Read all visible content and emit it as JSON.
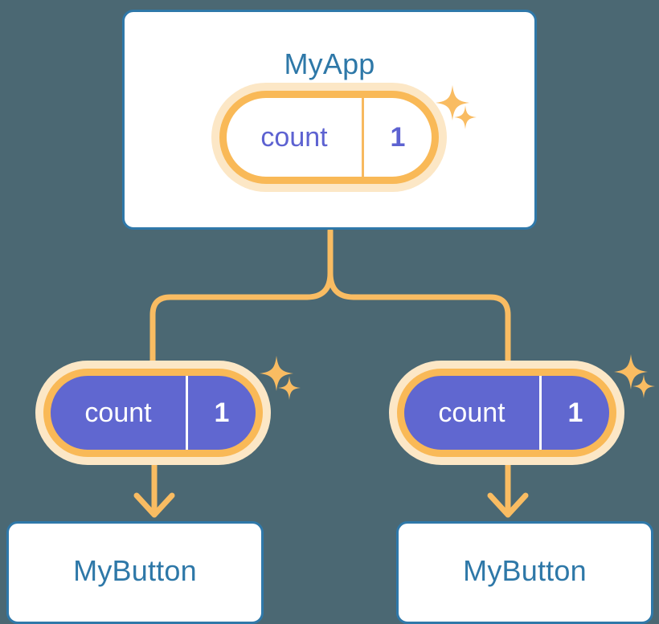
{
  "diagram": {
    "title": "MyApp state propagation tree",
    "background_color": "#4b6873"
  },
  "palette": {
    "background": "#4b6873",
    "card_border": "#2f78a9",
    "card_fill": "#ffffff",
    "card_text": "#2e78a8",
    "pill_border": "#f9b957",
    "pill_halo": "#fce7c6",
    "pill_light_fill": "#ffffff",
    "pill_light_text": "#5d62d1",
    "pill_solid_fill": "#6067d0",
    "pill_solid_text": "#ffffff",
    "connector": "#f9bc62",
    "sparkle": "#f9bc62"
  },
  "root_component": {
    "name": "MyApp",
    "state": {
      "key": "count",
      "value": "1"
    }
  },
  "children": [
    {
      "state": {
        "key": "count",
        "value": "1"
      },
      "component": {
        "name": "MyButton"
      }
    },
    {
      "state": {
        "key": "count",
        "value": "1"
      },
      "component": {
        "name": "MyButton"
      }
    }
  ],
  "connectors": {
    "trunk_label": "state-flows-down",
    "arrow_label": "props-arrow"
  }
}
